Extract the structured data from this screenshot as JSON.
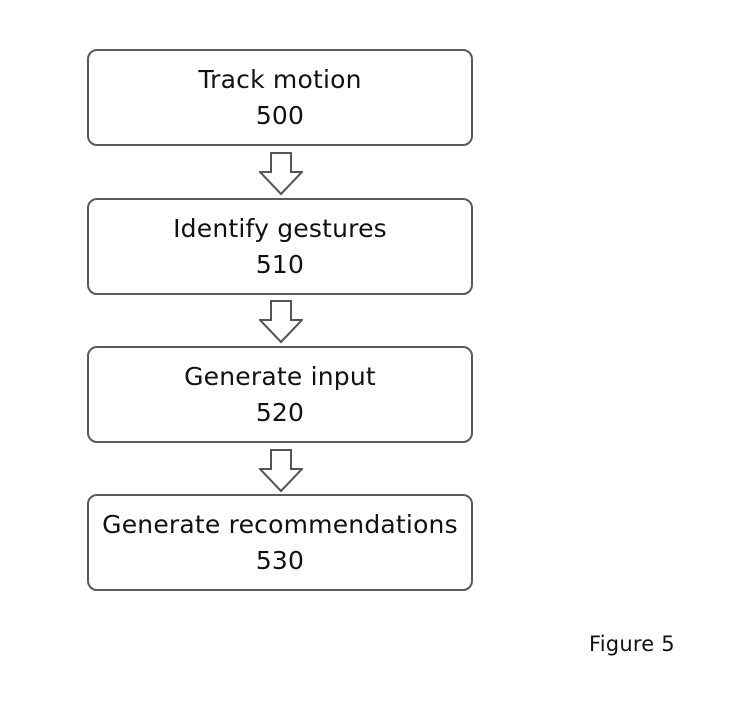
{
  "diagram": {
    "steps": [
      {
        "label": "Track motion",
        "number": "500"
      },
      {
        "label": "Identify gestures",
        "number": "510"
      },
      {
        "label": "Generate input",
        "number": "520"
      },
      {
        "label": "Generate recommendations",
        "number": "530"
      }
    ],
    "figure_label": "Figure 5"
  }
}
